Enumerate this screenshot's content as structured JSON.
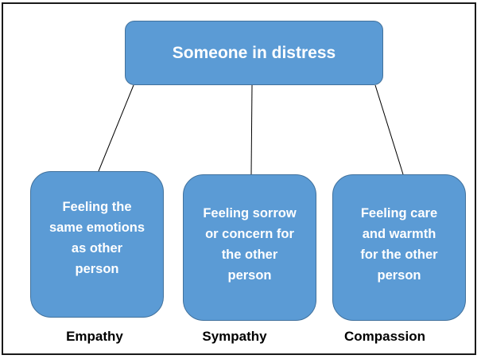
{
  "root": {
    "label": "Someone in distress"
  },
  "children": [
    {
      "text": "Feeling the\nsame emotions\nas other\nperson",
      "caption": "Empathy"
    },
    {
      "text": "Feeling sorrow\nor concern for\nthe other\nperson",
      "caption": "Sympathy"
    },
    {
      "text": "Feeling care\nand warmth\nfor the other\nperson",
      "caption": "Compassion"
    }
  ],
  "colors": {
    "box_fill": "#5b9bd5",
    "box_border": "#41719c",
    "text_on_box": "#ffffff",
    "connector": "#000000"
  }
}
